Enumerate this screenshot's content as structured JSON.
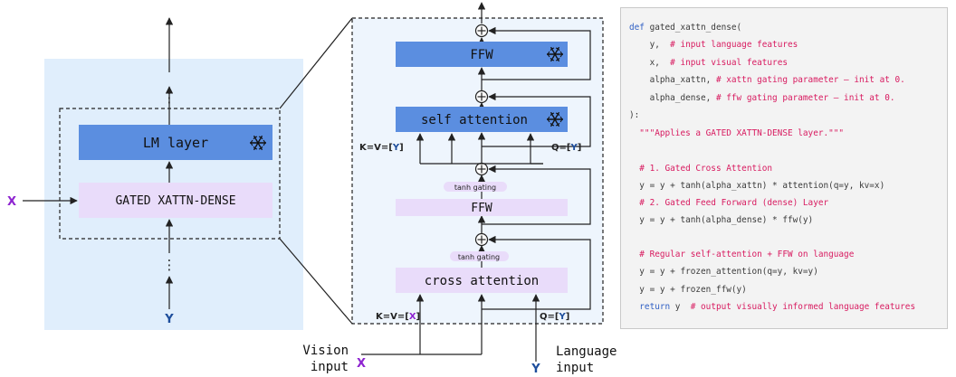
{
  "left": {
    "lm_layer": "LM layer",
    "gated_block": "GATED XATTN-DENSE",
    "x_label": "X",
    "y_label": "Y",
    "dots": "⋮"
  },
  "middle": {
    "ffw_top": "FFW",
    "self_attention": "self attention",
    "ffw_bottom": "FFW",
    "cross_attention": "cross attention",
    "tanh_gating_top": "tanh gating",
    "tanh_gating_bottom": "tanh gating",
    "kv_top_prefix": "K=V=[",
    "kv_top_var": "Y",
    "kv_top_suffix": "]",
    "q_top_prefix": "Q=[",
    "q_top_var": "Y",
    "q_top_suffix": "]",
    "kv_bottom_prefix": "K=V=[",
    "kv_bottom_var": "X",
    "kv_bottom_suffix": "]",
    "q_bottom_prefix": "Q=[",
    "q_bottom_var": "Y",
    "q_bottom_suffix": "]",
    "vision_label_1": "Vision",
    "vision_label_2": "input",
    "vision_var": "X",
    "language_var": "Y",
    "language_label_1": "Language",
    "language_label_2": "input",
    "plus": "+"
  },
  "icons": {
    "frozen": "snowflake-icon"
  },
  "colors": {
    "blue_block": "#5b8ee0",
    "purple_block": "#e9dcfa",
    "bg_panel": "#e0eefc",
    "x_color": "#8e24d0",
    "y_color": "#1e4e9c",
    "keyword": "#2f5fc4",
    "comment": "#d81b60"
  },
  "code": {
    "l1_kw": "def",
    "l1": " gated_xattn_dense(",
    "l2": "    y,",
    "l2_c": "  # input language features",
    "l3": "    x,",
    "l3_c": "  # input visual features",
    "l4": "    alpha_xattn,",
    "l4_c": " # xattn gating parameter – init at 0.",
    "l5": "    alpha_dense,",
    "l5_c": " # ffw gating parameter – init at 0.",
    "l6": "):",
    "l7": "  \"\"\"Applies a GATED XATTN-DENSE layer.\"\"\"",
    "l8": "  # 1. Gated Cross Attention",
    "l9": "  y = y + tanh(alpha_xattn) * attention(q=y, kv=x)",
    "l10": "  # 2. Gated Feed Forward (dense) Layer",
    "l11": "  y = y + tanh(alpha_dense) * ffw(y)",
    "l12": "  # Regular self-attention + FFW on language",
    "l13": "  y = y + frozen_attention(q=y, kv=y)",
    "l14": "  y = y + frozen_ffw(y)",
    "l15_kw": "  return",
    "l15": " y",
    "l15_c": "  # output visually informed language features"
  }
}
